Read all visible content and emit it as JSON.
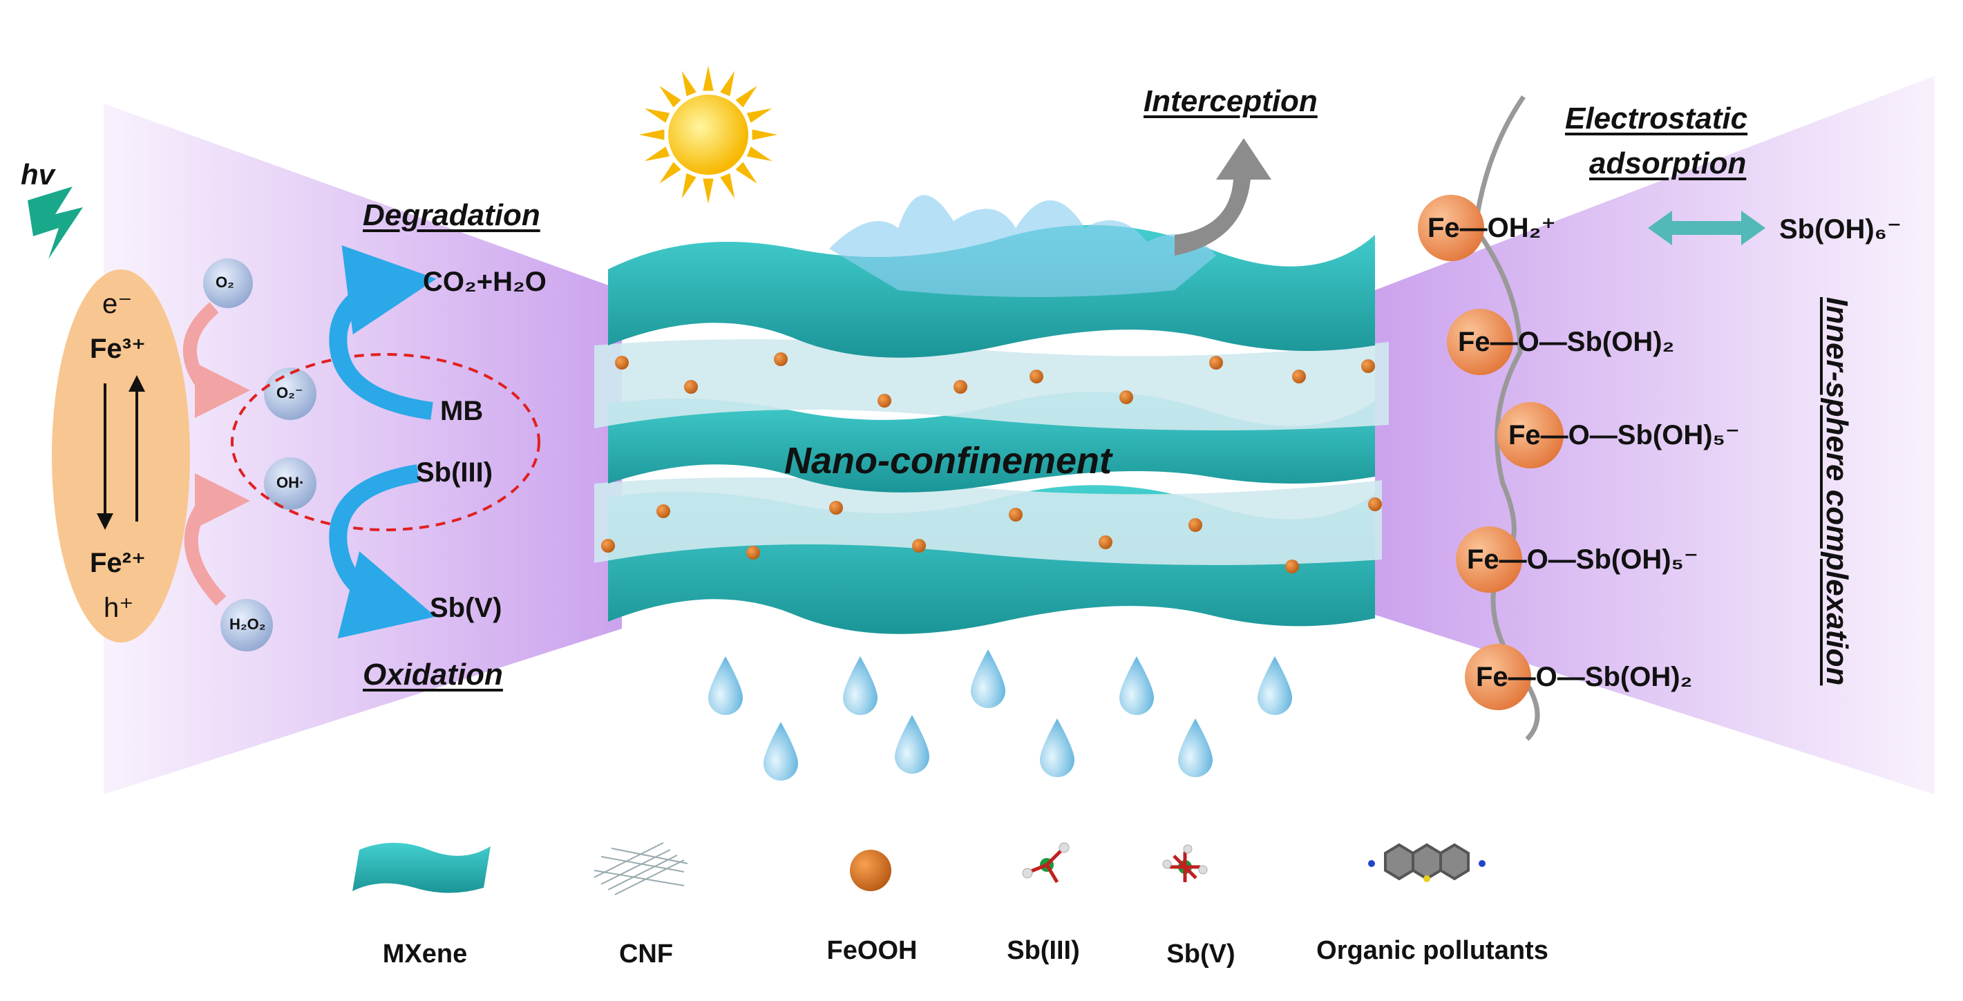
{
  "left_panel": {
    "hv": "hv",
    "charge_top": "e⁻",
    "fe3": "Fe³⁺",
    "fe2": "Fe²⁺",
    "charge_bottom": "h⁺",
    "o2": "O₂",
    "h2o2": "H₂O₂",
    "superoxide": "O₂⁻",
    "hydroxyl": "OH·"
  },
  "middle_left": {
    "degradation": "Degradation",
    "co2_h2o": "CO₂+H₂O",
    "mb": "MB",
    "sb3": "Sb(III)",
    "sb5": "Sb(V)",
    "oxidation": "Oxidation"
  },
  "center": {
    "interception": "Interception",
    "nano_confinement": "Nano-confinement"
  },
  "right_panel": {
    "electrostatic_line1": "Electrostatic",
    "electrostatic_line2": "adsorption",
    "row1_left": "Fe—OH₂⁺",
    "row1_right": "Sb(OH)₆⁻",
    "row2": "Fe—O—Sb(OH)₂",
    "row3": "Fe—O—Sb(OH)₅⁻",
    "row4": "Fe—O—Sb(OH)₅⁻",
    "row5": "Fe—O—Sb(OH)₂",
    "inner_sphere": "Inner-sphere complexation"
  },
  "legend": [
    {
      "label": "MXene"
    },
    {
      "label": "CNF"
    },
    {
      "label": "FeOOH"
    },
    {
      "label": "Sb(III)"
    },
    {
      "label": "Sb(V)"
    },
    {
      "label": "Organic pollutants"
    }
  ],
  "colors": {
    "mxene": "#2bb5b5",
    "mxene_dark": "#1a8a8c",
    "feooh": "#e07a25",
    "purple": "#b57be6",
    "arrow_blue": "#2aa8e8",
    "arrow_pink": "#e89a9a",
    "arrow_teal": "#52b8b8",
    "dashed_red": "#e02020",
    "ellipse_orange": "#f8c690"
  }
}
